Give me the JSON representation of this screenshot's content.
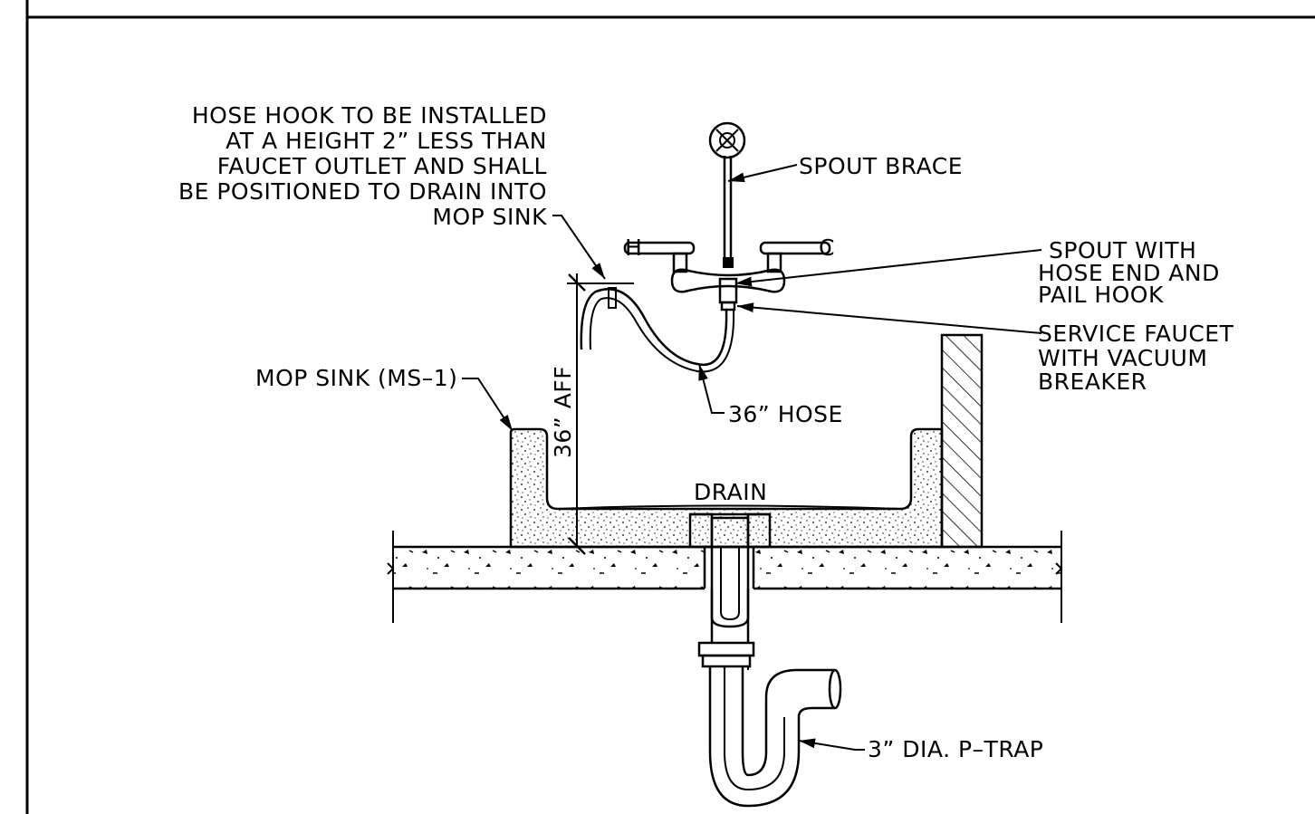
{
  "labels": {
    "hose_hook_note": [
      "HOSE HOOK TO BE INSTALLED",
      "AT A HEIGHT 2” LESS THAN",
      "FAUCET OUTLET AND SHALL",
      "BE POSITIONED TO DRAIN INTO",
      "MOP SINK"
    ],
    "spout_brace": "SPOUT BRACE",
    "spout_with_hose_end": [
      "SPOUT WITH",
      "HOSE END AND",
      "PAIL HOOK"
    ],
    "service_faucet": [
      "SERVICE FAUCET",
      "WITH VACUUM",
      "BREAKER"
    ],
    "mop_sink": "MOP SINK (MS–1)",
    "hose": "36” HOSE",
    "height_dim": "36” AFF",
    "drain": "DRAIN",
    "p_trap": "3” DIA. P–TRAP",
    "hot_handle": "H",
    "cold_handle": "C"
  }
}
